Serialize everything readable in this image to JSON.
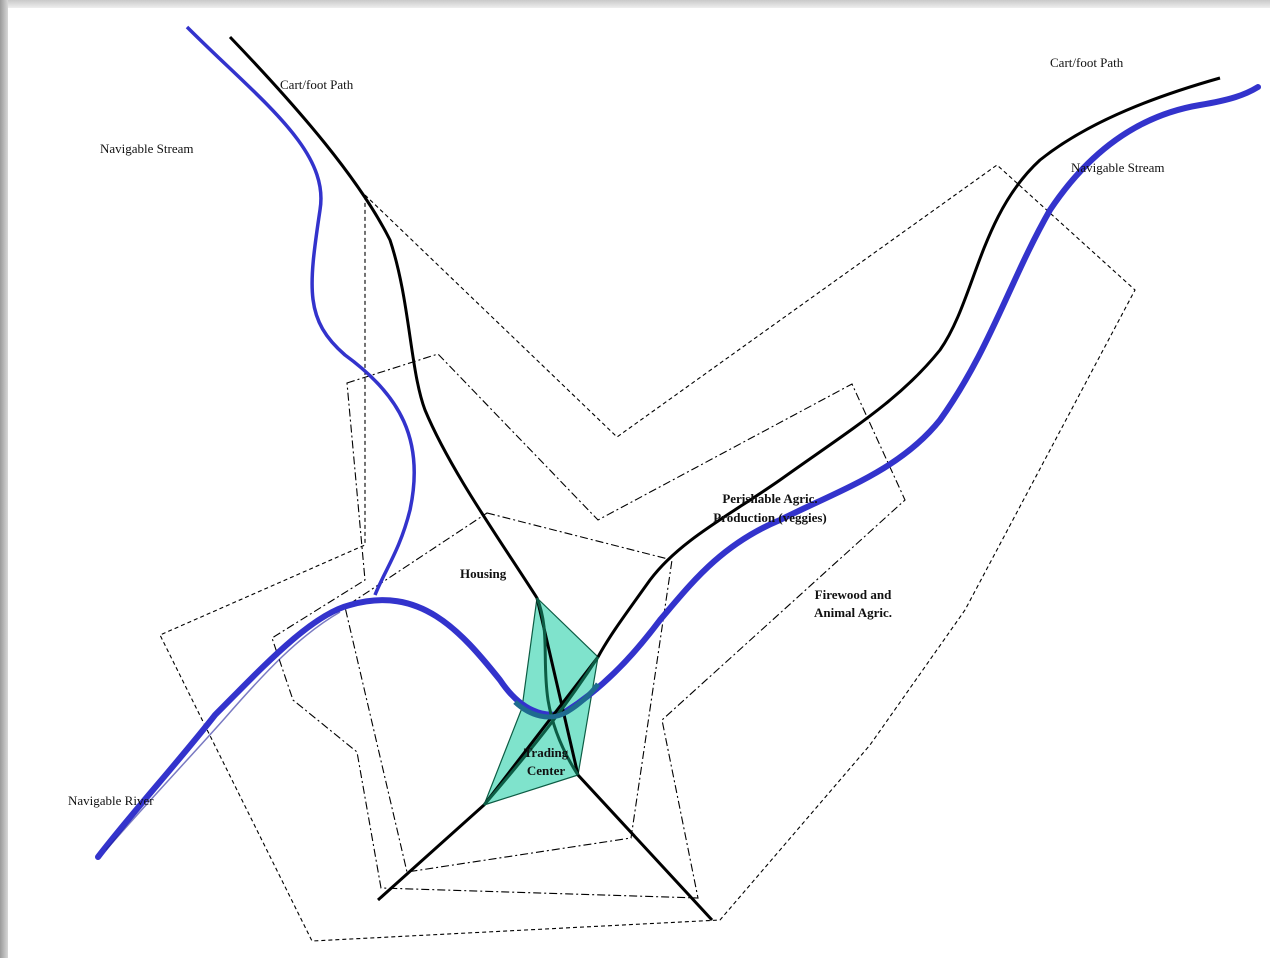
{
  "diagram": {
    "labels": {
      "cart_path_left": "Cart/foot Path",
      "cart_path_right": "Cart/foot Path",
      "stream_left": "Navigable Stream",
      "stream_right": "Navigable Stream",
      "river": "Navigable River",
      "housing": "Housing",
      "perishable_line1": "Perishable Agric.",
      "perishable_line2": "Production (veggies)",
      "firewood_line1": "Firewood and",
      "firewood_line2": "Animal Agric.",
      "trading_line1": "Trading",
      "trading_line2": "Center"
    },
    "colors": {
      "water": "#3333cc",
      "path": "#000000",
      "trading_fill": "#7fe3cc",
      "trading_stroke": "#0c5c44",
      "zone_stroke": "#000000"
    }
  }
}
